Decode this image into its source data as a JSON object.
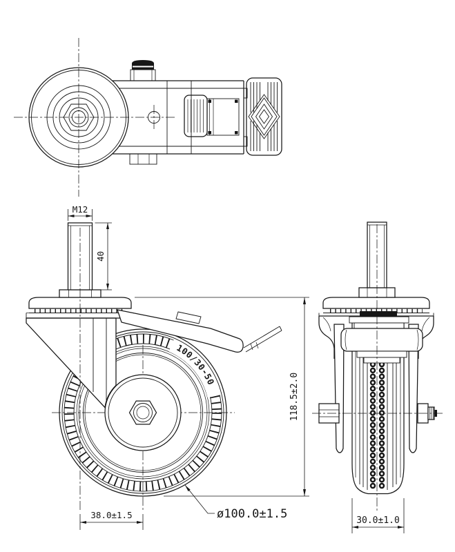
{
  "drawing": {
    "background_color": "#ffffff",
    "line_color": "#161616",
    "dimensions": {
      "stem_thread": "M12",
      "stem_length": "40",
      "overall_height": "118.5±2.0",
      "swivel_offset": "38.0±1.5",
      "wheel_diameter": "ø100.0±1.5",
      "wheel_width": "30.0±1.0"
    },
    "tire_marking": "100/30-50"
  }
}
